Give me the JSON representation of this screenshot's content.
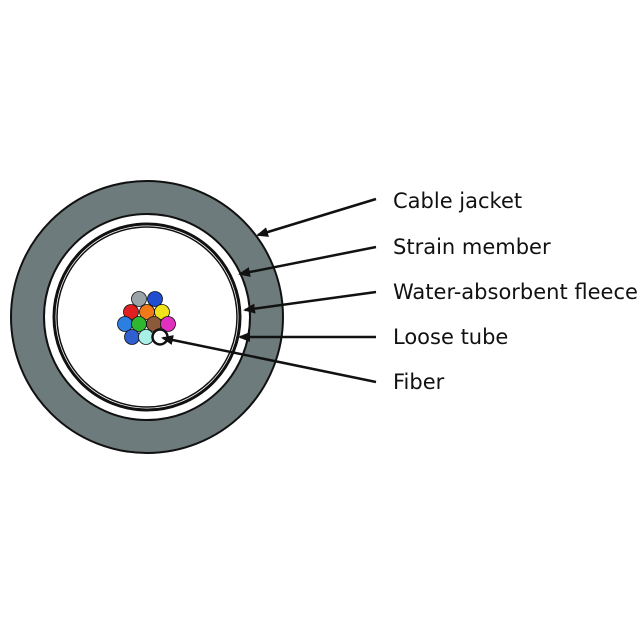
{
  "labels": {
    "cable_jacket": "Cable jacket",
    "strain_member": "Strain member",
    "water_fleece": "Water-absorbent fleece",
    "loose_tube": "Loose tube",
    "fiber": "Fiber"
  },
  "colors": {
    "jacket": "#6e7b7c",
    "outline": "#111111",
    "white": "#ffffff"
  },
  "fibers": [
    {
      "name": "fiber-brown",
      "color": "#8a5a3a"
    },
    {
      "name": "fiber-grey",
      "color": "#9aa3a8"
    },
    {
      "name": "fiber-blue",
      "color": "#1f4fcf"
    },
    {
      "name": "fiber-red",
      "color": "#e02020"
    },
    {
      "name": "fiber-orange",
      "color": "#f07a1a"
    },
    {
      "name": "fiber-yellow",
      "color": "#f2e21a"
    },
    {
      "name": "fiber-blue-2",
      "color": "#2a7fe0"
    },
    {
      "name": "fiber-green",
      "color": "#2fb82f"
    },
    {
      "name": "fiber-brown-2",
      "color": "#7a4a2a"
    },
    {
      "name": "fiber-magenta",
      "color": "#e030c0"
    },
    {
      "name": "fiber-blue-3",
      "color": "#3060d0"
    },
    {
      "name": "fiber-aqua",
      "color": "#a8f0e6"
    },
    {
      "name": "fiber-white",
      "color": "#ffffff"
    }
  ]
}
